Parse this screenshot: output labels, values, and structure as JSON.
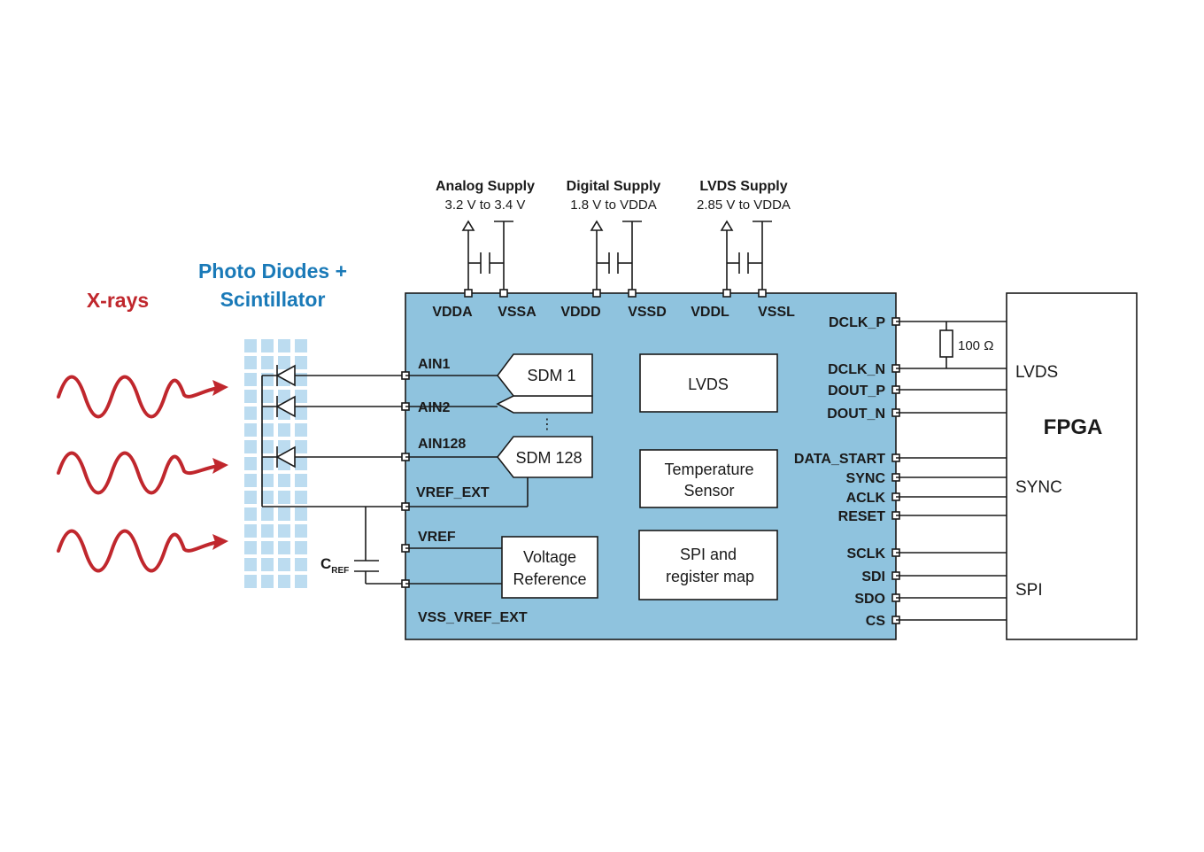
{
  "left": {
    "xray_label": "X-rays",
    "photodiode_label_line1": "Photo Diodes +",
    "photodiode_label_line2": "Scintillator",
    "xray_color": "#c0272d",
    "photodiode_color": "#1a7ab8"
  },
  "supplies": [
    {
      "title": "Analog Supply",
      "range": "3.2 V to 3.4 V"
    },
    {
      "title": "Digital Supply",
      "range": "1.8 V to VDDA"
    },
    {
      "title": "LVDS Supply",
      "range": "2.85 V to VDDA"
    }
  ],
  "chip": {
    "fill_color": "#8fc3de",
    "top_pins": [
      "VDDA",
      "VSSA",
      "VDDD",
      "VSSD",
      "VDDL",
      "VSSL"
    ],
    "left_pins": [
      "AIN1",
      "AIN2",
      "AIN128",
      "VREF_EXT",
      "VREF",
      "VSS_VREF_EXT"
    ],
    "right_pins": [
      "DCLK_P",
      "DCLK_N",
      "DOUT_P",
      "DOUT_N",
      "DATA_START",
      "SYNC",
      "ACLK",
      "RESET",
      "SCLK",
      "SDI",
      "SDO",
      "CS"
    ],
    "blocks": {
      "sdm1": "SDM 1",
      "sdm128": "SDM 128",
      "ellipsis": "⋮",
      "lvds": "LVDS",
      "temp_line1": "Temperature",
      "temp_line2": "Sensor",
      "spi_line1": "SPI and",
      "spi_line2": "register map",
      "vref_line1": "Voltage",
      "vref_line2": "Reference"
    }
  },
  "cref": {
    "main": "C",
    "sub": "REF"
  },
  "resistor_label": "100 Ω",
  "fpga": {
    "title": "FPGA",
    "groups": [
      "LVDS",
      "SYNC",
      "SPI"
    ]
  }
}
